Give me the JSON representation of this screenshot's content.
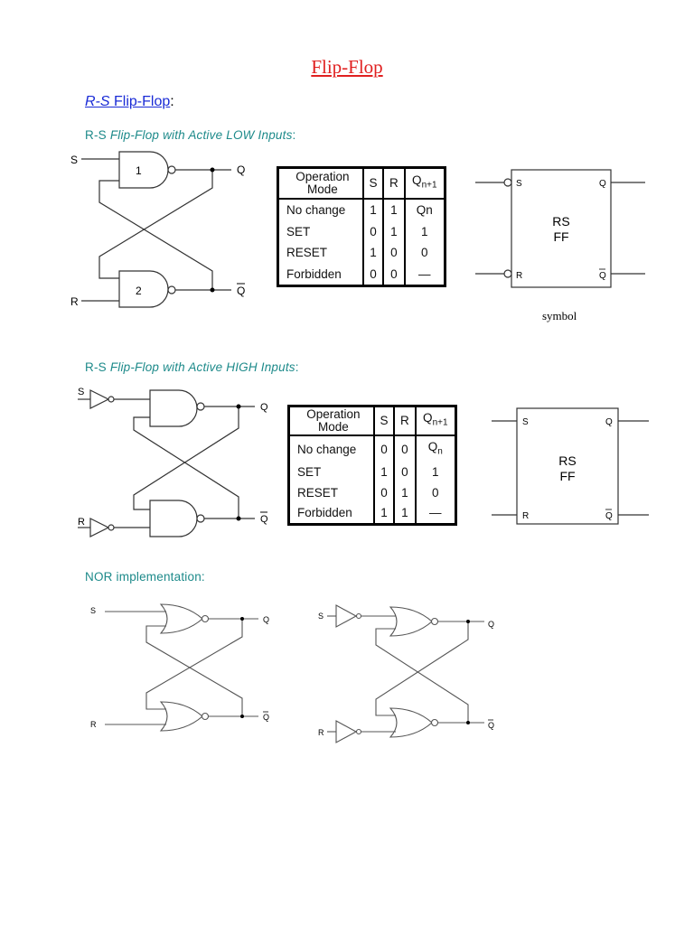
{
  "title": "Flip-Flop",
  "heading": {
    "italic": "R-S",
    "rest": " Flip-Flop",
    "colon": ":"
  },
  "sections": [
    {
      "prefix": "R-S ",
      "italic": "Flip-Flop with Active LOW Inputs",
      "colon": ":"
    },
    {
      "prefix": "R-S ",
      "italic": "Flip-Flop with Active HIGH Inputs",
      "colon": ":"
    },
    {
      "text": "NOR implementation:"
    }
  ],
  "labels": {
    "S": "S",
    "R": "R",
    "Q": "Q",
    "Qbar": "Q",
    "gate1": "1",
    "gate2": "2"
  },
  "symbol": {
    "line1": "RS",
    "line2": "FF",
    "caption": "symbol"
  },
  "table_low": {
    "header": {
      "mode_line1": "Operation",
      "mode_line2": "Mode",
      "s": "S",
      "r": "R",
      "q": "Q",
      "q_sub": "n+1"
    },
    "rows": [
      {
        "mode": "No change",
        "s": "1",
        "r": "1",
        "q": "Qn"
      },
      {
        "mode": "SET",
        "s": "0",
        "r": "1",
        "q": "1"
      },
      {
        "mode": "RESET",
        "s": "1",
        "r": "0",
        "q": "0"
      },
      {
        "mode": "Forbidden",
        "s": "0",
        "r": "0",
        "q": "—"
      }
    ]
  },
  "table_high": {
    "header": {
      "mode_line1": "Operation",
      "mode_line2": "Mode",
      "s": "S",
      "r": "R",
      "q": "Q",
      "q_sub": "n+1"
    },
    "rows": [
      {
        "mode": "No change",
        "s": "0",
        "r": "0",
        "q": "Q",
        "q_sub": "n"
      },
      {
        "mode": "SET",
        "s": "1",
        "r": "0",
        "q": "1"
      },
      {
        "mode": "RESET",
        "s": "0",
        "r": "1",
        "q": "0"
      },
      {
        "mode": "Forbidden",
        "s": "1",
        "r": "1",
        "q": "—"
      }
    ]
  }
}
